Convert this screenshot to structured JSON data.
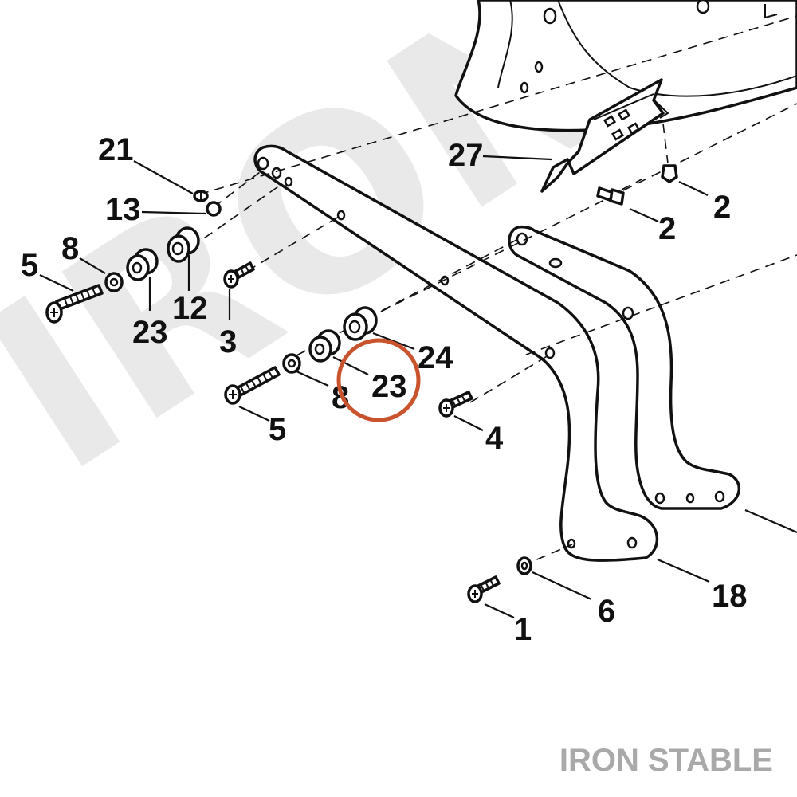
{
  "diagram": {
    "watermark_text": "IRONS",
    "brand_text": "IRON STABLE",
    "highlight_color": "#c8532d",
    "labels": {
      "l21": "21",
      "l13": "13",
      "l27": "27",
      "l2a": "2",
      "l2b": "2",
      "l5a": "5",
      "l8a": "8",
      "l23a": "23",
      "l12": "12",
      "l3": "3",
      "l24": "24",
      "l8b": "8",
      "l23b": "23",
      "l5b": "5",
      "l4": "4",
      "l18": "18",
      "l6": "6",
      "l1": "1"
    }
  }
}
